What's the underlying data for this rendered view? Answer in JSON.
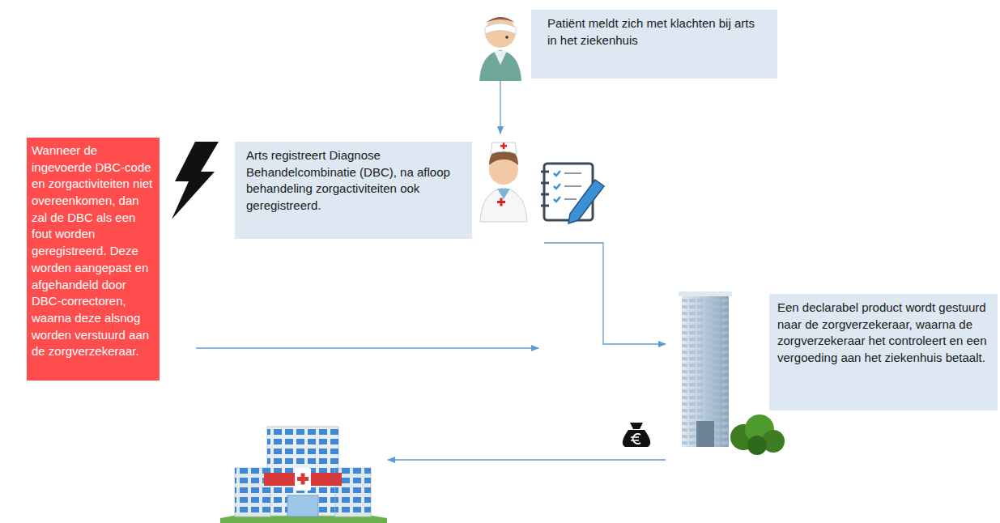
{
  "diagram": {
    "nodes": [
      {
        "text": [
          "Patiënt meldt zich met klachten bij arts in het ziekenhuis"
        ]
      },
      {
        "text": [
          "Arts registreert Diagnose Behandelcombinatie (DBC), na afloop behandeling zorgactiviteiten ook geregistreerd."
        ]
      },
      {
        "text": [
          "Wanneer de ingevoerde DBC-code en zorgactiviteiten niet overeenkomen, dan zal de DBC als een fout worden geregistreerd. Deze worden aangepast en afgehandeld door DBC-correctoren, waarna deze alsnog worden verstuurd aan de zorgverzekeraar."
        ]
      },
      {
        "text": [
          "Een declarabel product wordt gestuurd naar de zorgverzekeraar, waarna de zorgverzekeraar het controleert en een vergoeding aan het ziekenhuis betaalt."
        ]
      }
    ],
    "edges": [
      {
        "from": 0,
        "to": 1,
        "arrow": "to"
      },
      {
        "from": 1,
        "to": 3,
        "arrow": "to"
      },
      {
        "from": 2,
        "to": 3,
        "arrow": "to"
      }
    ]
  }
}
